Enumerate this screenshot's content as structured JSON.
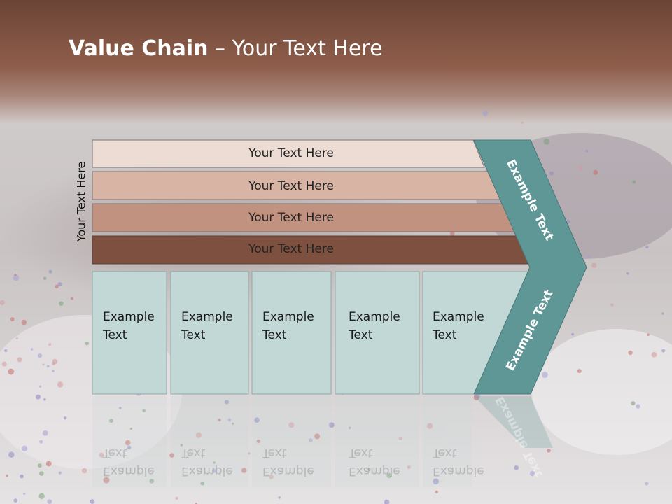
{
  "slide": {
    "title_bold": "Value Chain",
    "title_rest": " – Your Text Here",
    "side_label": "Your Text Here"
  },
  "bars": [
    {
      "label": "Your Text Here",
      "color": "#ecdcd4"
    },
    {
      "label": "Your Text Here",
      "color": "#d8b4a4"
    },
    {
      "label": "Your Text Here",
      "color": "#c29280"
    },
    {
      "label": "Your Text Here",
      "color": "#7d5040"
    }
  ],
  "boxes": [
    {
      "label": "Example Text"
    },
    {
      "label": "Example Text"
    },
    {
      "label": "Example Text"
    },
    {
      "label": "Example Text"
    },
    {
      "label": "Example Text"
    }
  ],
  "arrow": {
    "top_label": "Example Text",
    "bottom_label": "Example Text",
    "color": "#5f9696"
  },
  "colors": {
    "header": "#6e4a3c",
    "box_fill": "#c1d8d6",
    "background": "#d9d6d6"
  }
}
